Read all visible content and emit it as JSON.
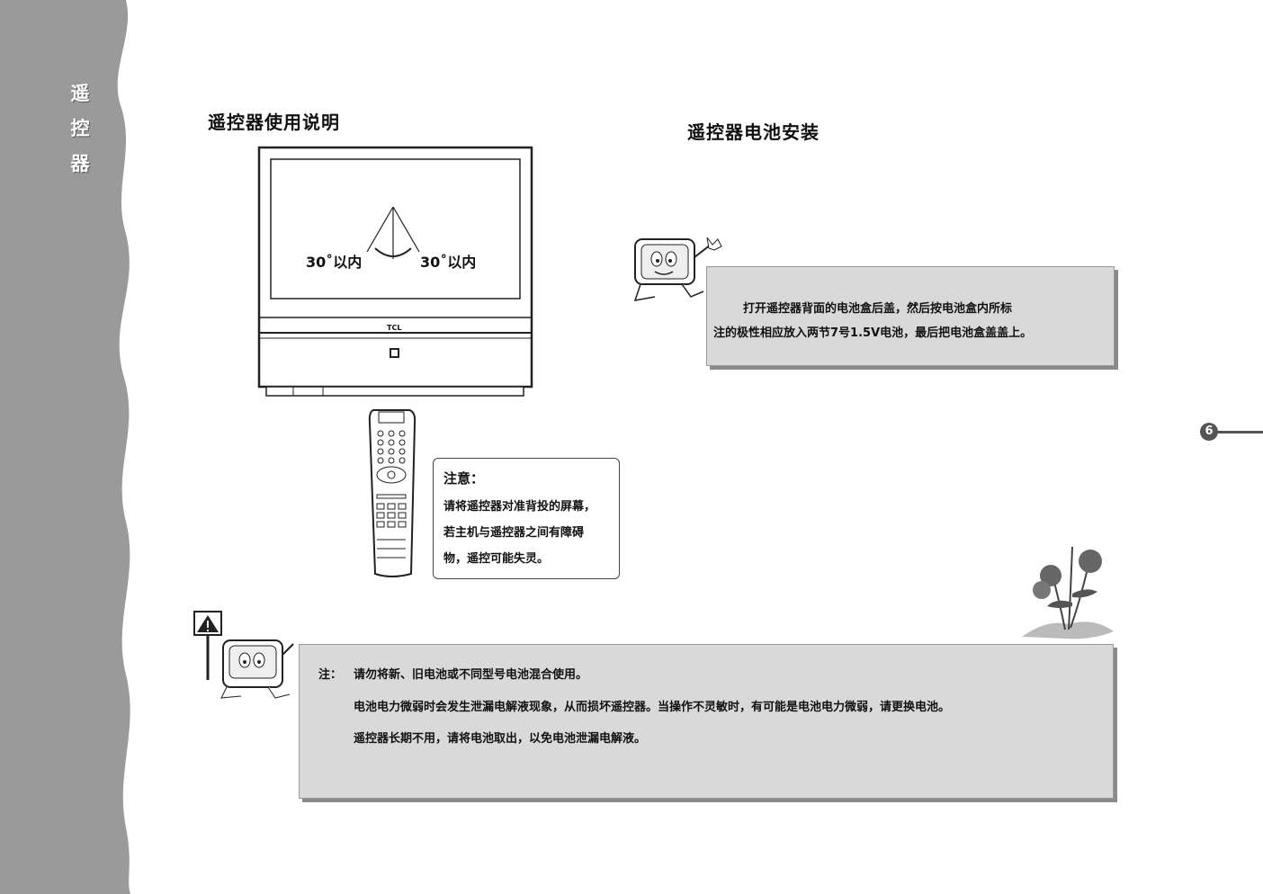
{
  "sidebar": {
    "title_chars": [
      "遥",
      "控",
      "器"
    ]
  },
  "left": {
    "heading": "遥控器使用说明",
    "angle_left": "30˚以内",
    "angle_right": "30˚以内",
    "tv_brand": "TCL",
    "notice": {
      "title": "注意：",
      "lines": [
        "请将遥控器对准背投的屏幕，",
        "若主机与遥控器之间有障碍",
        "物，遥控可能失灵。"
      ]
    }
  },
  "right": {
    "heading": "遥控器电池安装",
    "instruction_lines": [
      "打开遥控器背面的电池盒后盖，然后按电池盒内所标",
      "注的极性相应放入两节7号1.5V电池，最后把电池盒盖盖上。"
    ]
  },
  "bottom_note": {
    "label": "注：",
    "lines": [
      "请勿将新、旧电池或不同型号电池混合使用。",
      "电池电力微弱时会发生泄漏电解液现象，从而损坏遥控器。当操作不灵敏时，有可能是电池电力微弱，请更换电池。",
      "遥控器长期不用，请将电池取出，以免电池泄漏电解液。"
    ]
  },
  "page_number": "6",
  "colors": {
    "sidebar": "#9a9a9a",
    "box": "#d9d9d9",
    "shadow": "#8a8a8a"
  }
}
